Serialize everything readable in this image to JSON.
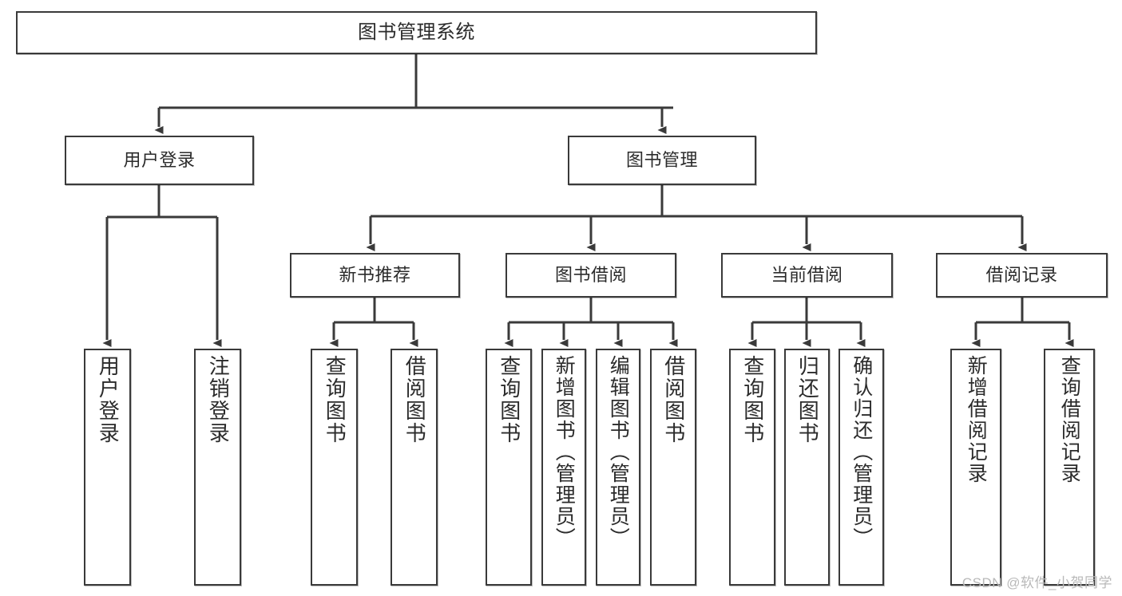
{
  "diagram": {
    "title": "图书管理系统",
    "type": "tree",
    "watermark": "CSDN @软件_小贺同学",
    "colors": {
      "box_border": "#3a3a3a",
      "box_fill": "#ffffff",
      "edge": "#3a3a3a",
      "text": "#2b2b2b",
      "watermark": "#b9b9b9"
    },
    "nodes": {
      "root": {
        "label": "图书管理系统"
      },
      "level2": [
        {
          "id": "user-login",
          "label": "用户登录"
        },
        {
          "id": "book-manage",
          "label": "图书管理"
        }
      ],
      "level3": [
        {
          "id": "new-book-rec",
          "label": "新书推荐"
        },
        {
          "id": "book-borrow",
          "label": "图书借阅"
        },
        {
          "id": "current-borrow",
          "label": "当前借阅"
        },
        {
          "id": "borrow-record",
          "label": "借阅记录"
        }
      ],
      "leaves": [
        {
          "id": "leaf-user-login",
          "parent": "user-login",
          "label": "用户登录"
        },
        {
          "id": "leaf-logout",
          "parent": "user-login",
          "label": "注销登录"
        },
        {
          "id": "leaf-query-book-1",
          "parent": "new-book-rec",
          "label": "查询图书"
        },
        {
          "id": "leaf-borrow-book-1",
          "parent": "new-book-rec",
          "label": "借阅图书"
        },
        {
          "id": "leaf-query-book-2",
          "parent": "book-borrow",
          "label": "查询图书"
        },
        {
          "id": "leaf-add-book",
          "parent": "book-borrow",
          "label": "新增图书（管理员）"
        },
        {
          "id": "leaf-edit-book",
          "parent": "book-borrow",
          "label": "编辑图书（管理员）"
        },
        {
          "id": "leaf-borrow-book-2",
          "parent": "book-borrow",
          "label": "借阅图书"
        },
        {
          "id": "leaf-query-book-3",
          "parent": "current-borrow",
          "label": "查询图书"
        },
        {
          "id": "leaf-return-book",
          "parent": "current-borrow",
          "label": "归还图书"
        },
        {
          "id": "leaf-confirm-return",
          "parent": "current-borrow",
          "label": "确认归还（管理员）"
        },
        {
          "id": "leaf-add-record",
          "parent": "borrow-record",
          "label": "新增借阅记录"
        },
        {
          "id": "leaf-query-record",
          "parent": "borrow-record",
          "label": "查询借阅记录"
        }
      ]
    }
  }
}
